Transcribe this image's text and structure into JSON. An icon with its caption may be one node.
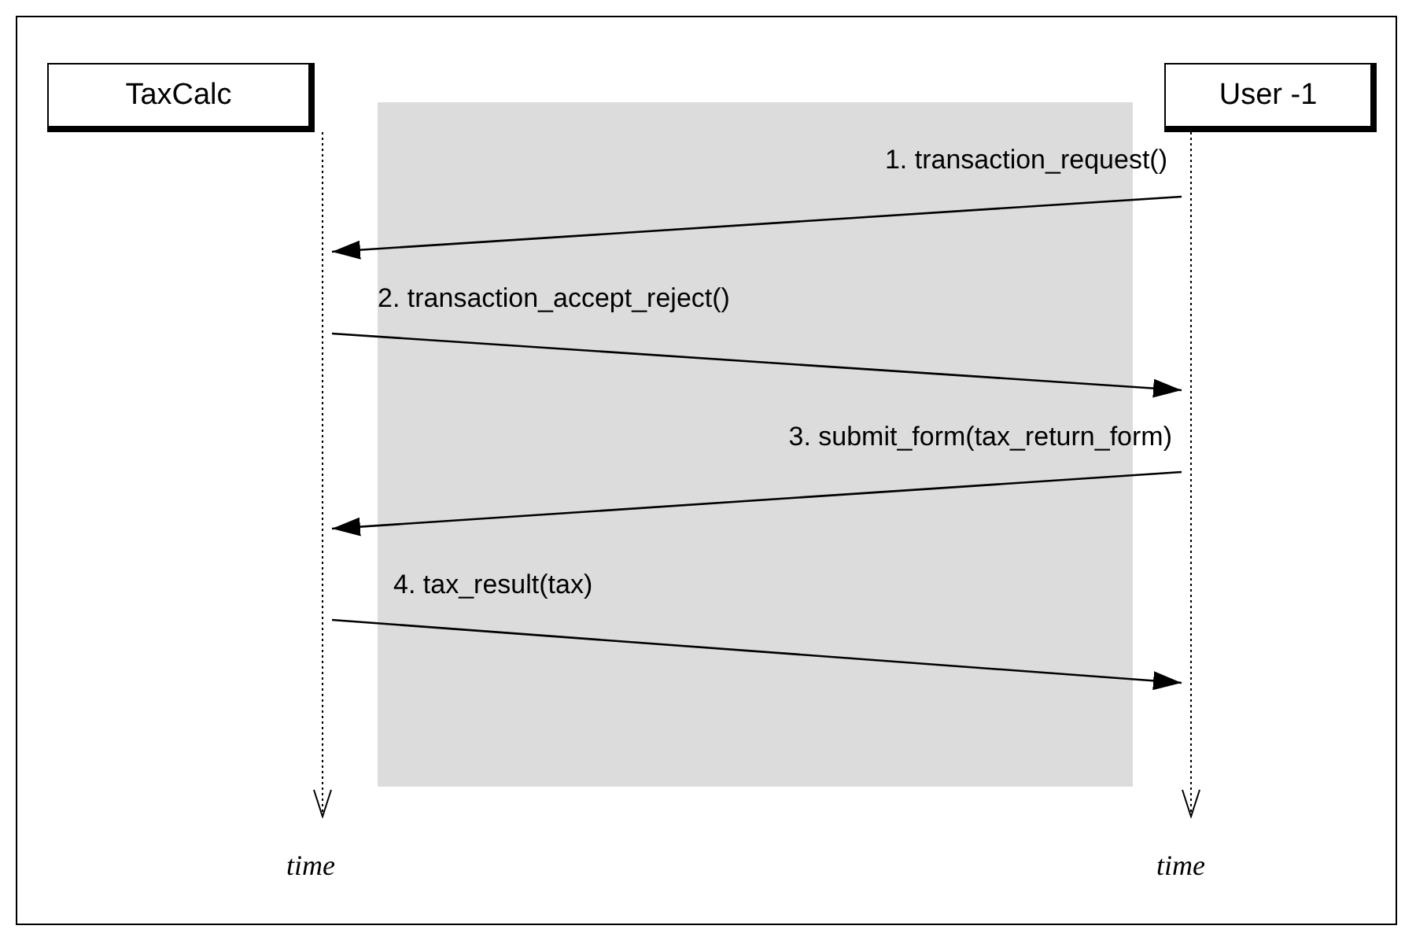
{
  "diagram": {
    "nodes": [
      {
        "text": [
          "TaxCalc"
        ]
      },
      {
        "text": [
          "User -1"
        ]
      },
      {
        "text": [],
        "shape": "line",
        "beside": [
          "time"
        ]
      },
      {
        "text": [],
        "shape": "line",
        "beside": [
          "time"
        ]
      }
    ],
    "edges": [
      {
        "from": 3,
        "to": 2,
        "arrow": "to",
        "label": "1. transaction_request()"
      },
      {
        "from": 2,
        "to": 3,
        "arrow": "to",
        "label": "2. transaction_accept_reject()"
      },
      {
        "from": 3,
        "to": 2,
        "arrow": "to",
        "label": "3. submit_form(tax_return_form)"
      },
      {
        "from": 2,
        "to": 3,
        "arrow": "to",
        "label": "4. tax_result(tax)"
      }
    ]
  }
}
